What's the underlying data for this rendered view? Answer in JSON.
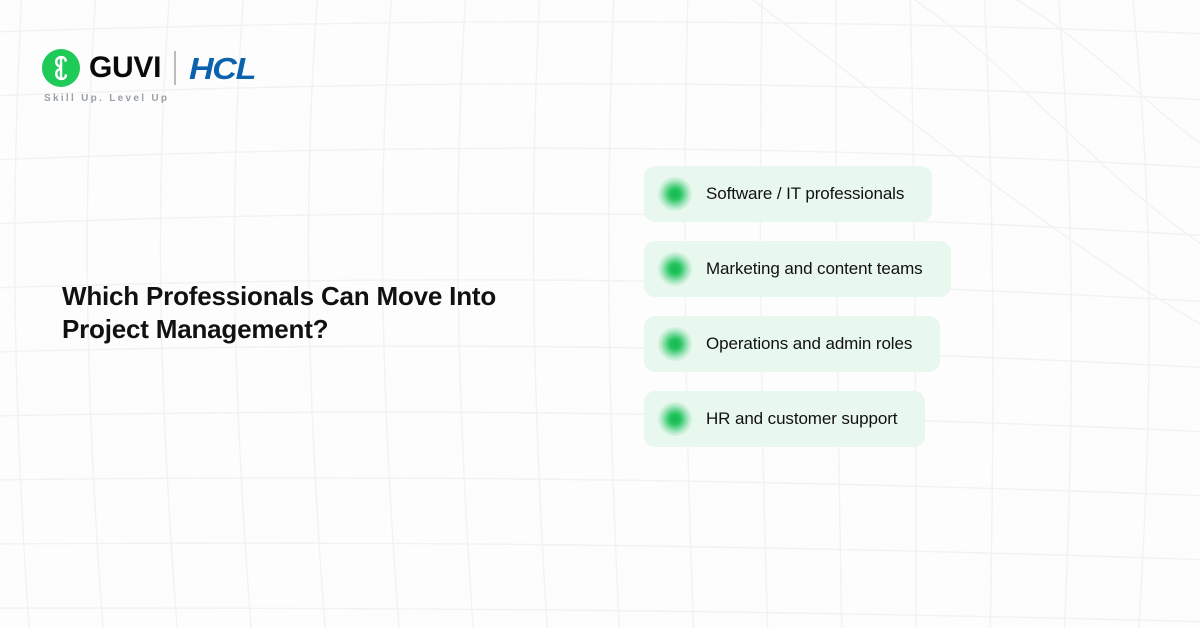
{
  "brand": {
    "guvi_name": "GUVI",
    "guvi_mark_icon": "guvi-g-logo-icon",
    "partner_name": "HCL",
    "divider_icon": "vertical-divider-icon",
    "tagline": "Skill Up. Level Up"
  },
  "headline": {
    "text": "Which Professionals Can Move Into Project Management?"
  },
  "cards": [
    {
      "label": "Software / IT professionals",
      "dot_icon": "green-dot-bullet-icon"
    },
    {
      "label": "Marketing and content teams",
      "dot_icon": "green-dot-bullet-icon"
    },
    {
      "label": "Operations and admin roles",
      "dot_icon": "green-dot-bullet-icon"
    },
    {
      "label": "HR and customer support",
      "dot_icon": "green-dot-bullet-icon"
    }
  ],
  "colors": {
    "background": "#fdfdfd",
    "grid_line": "#f1f2f3",
    "card_background": "#e9f8ee",
    "accent_green": "#22c55e",
    "guvi_green": "#1ecb57",
    "hcl_blue": "#0b63ae",
    "headline_text": "#111111",
    "tagline_text": "#9aa0a6"
  }
}
